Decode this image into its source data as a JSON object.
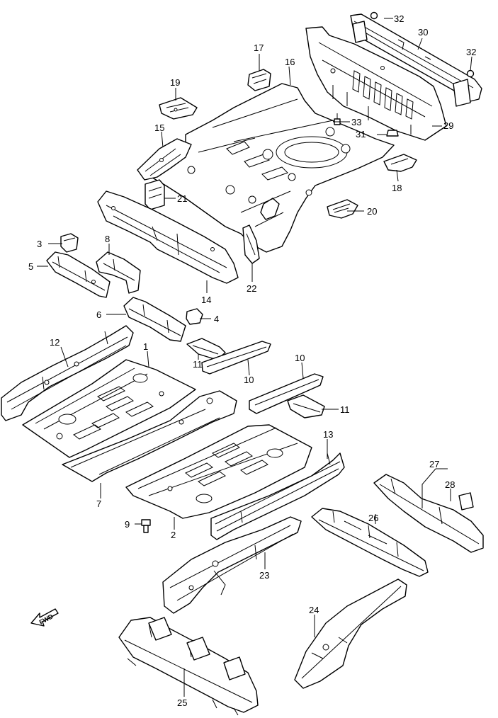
{
  "callouts": {
    "p1": "1",
    "p2": "2",
    "p3": "3",
    "p4": "4",
    "p5": "5",
    "p6": "6",
    "p7": "7",
    "p8": "8",
    "p9": "9",
    "p10a": "10",
    "p10b": "10",
    "p11a": "11",
    "p11b": "11",
    "p12": "12",
    "p13": "13",
    "p14": "14",
    "p15": "15",
    "p16": "16",
    "p17": "17",
    "p18": "18",
    "p19": "19",
    "p20": "20",
    "p21": "21",
    "p22": "22",
    "p23": "23",
    "p24": "24",
    "p25": "25",
    "p26": "26",
    "p27": "27",
    "p28": "28",
    "p29": "29",
    "p30": "30",
    "p31": "31",
    "p32a": "32",
    "p32b": "32",
    "p33": "33"
  },
  "direction_marker": {
    "label": "FWD",
    "icon": "forward-arrow-icon"
  },
  "colors": {
    "line": "#000000",
    "background": "#ffffff"
  }
}
